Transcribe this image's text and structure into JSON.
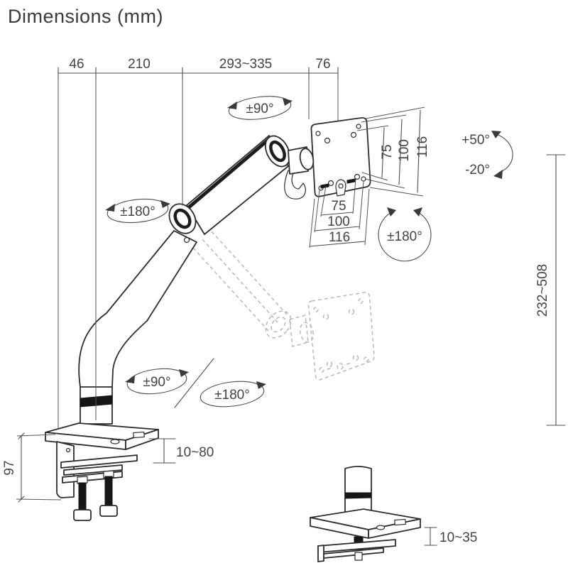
{
  "title": "Dimensions (mm)",
  "units": "mm",
  "top_dims": {
    "seg1": "46",
    "seg2": "210",
    "seg3": "293~335",
    "seg4": "76"
  },
  "rotation_labels": {
    "top_swivel": "±90°",
    "arm_rotation": "±180°",
    "base_swivel": "±90°",
    "base_rotation": "±180°",
    "vesa_rotation": "±180°"
  },
  "tilt_labels": {
    "tilt_up": "+50°",
    "tilt_down": "-20°"
  },
  "vesa_dims": {
    "side": [
      "75",
      "100",
      "116"
    ],
    "bottom": [
      "75",
      "100",
      "116"
    ]
  },
  "height_range_label": "232~508",
  "clamp_dims": {
    "bracket_height": "97",
    "desk_thickness": "10~80"
  },
  "grommet_dims": {
    "desk_thickness": "10~35"
  },
  "colors": {
    "line": "#2d2d2d",
    "dimension": "#4d4d4d",
    "ghost": "#b8b8b8",
    "text": "#434343"
  }
}
